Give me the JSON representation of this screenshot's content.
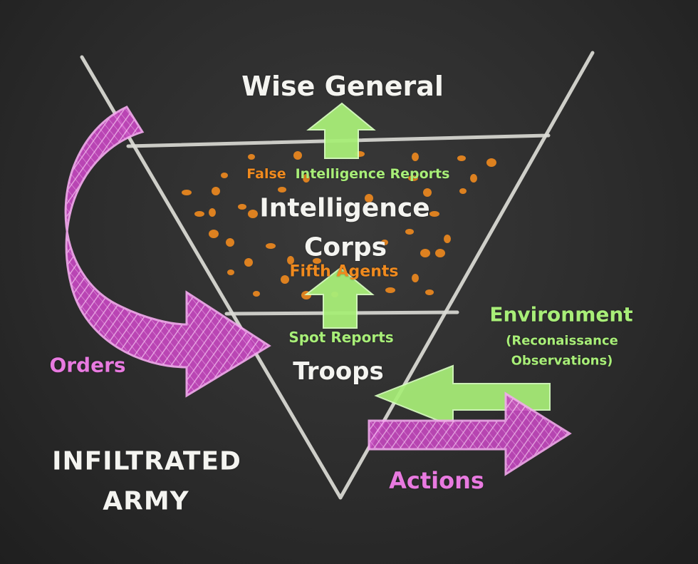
{
  "title": "Wise General",
  "layers": {
    "intelligence_line1": "Intelligence",
    "intelligence_line2": "Corps",
    "troops": "Troops"
  },
  "flows": {
    "false_label": "False",
    "intelligence_reports": "Intelligence Reports",
    "fifth_agents": "Fifth Agents",
    "spot_reports": "Spot Reports",
    "orders": "Orders",
    "actions": "Actions",
    "environment": "Environment",
    "environment_sub1": "(Reconaissance",
    "environment_sub2": "Observations)"
  },
  "corner_label": {
    "line1": "INFILTRATED",
    "line2": "ARMY"
  },
  "colors": {
    "chalk_white": "#f4f4f0",
    "chalk_green": "#a8ee78",
    "chalk_orange": "#f08a1e",
    "chalk_pink": "#e87ae0",
    "board": "#2c2c2c"
  }
}
